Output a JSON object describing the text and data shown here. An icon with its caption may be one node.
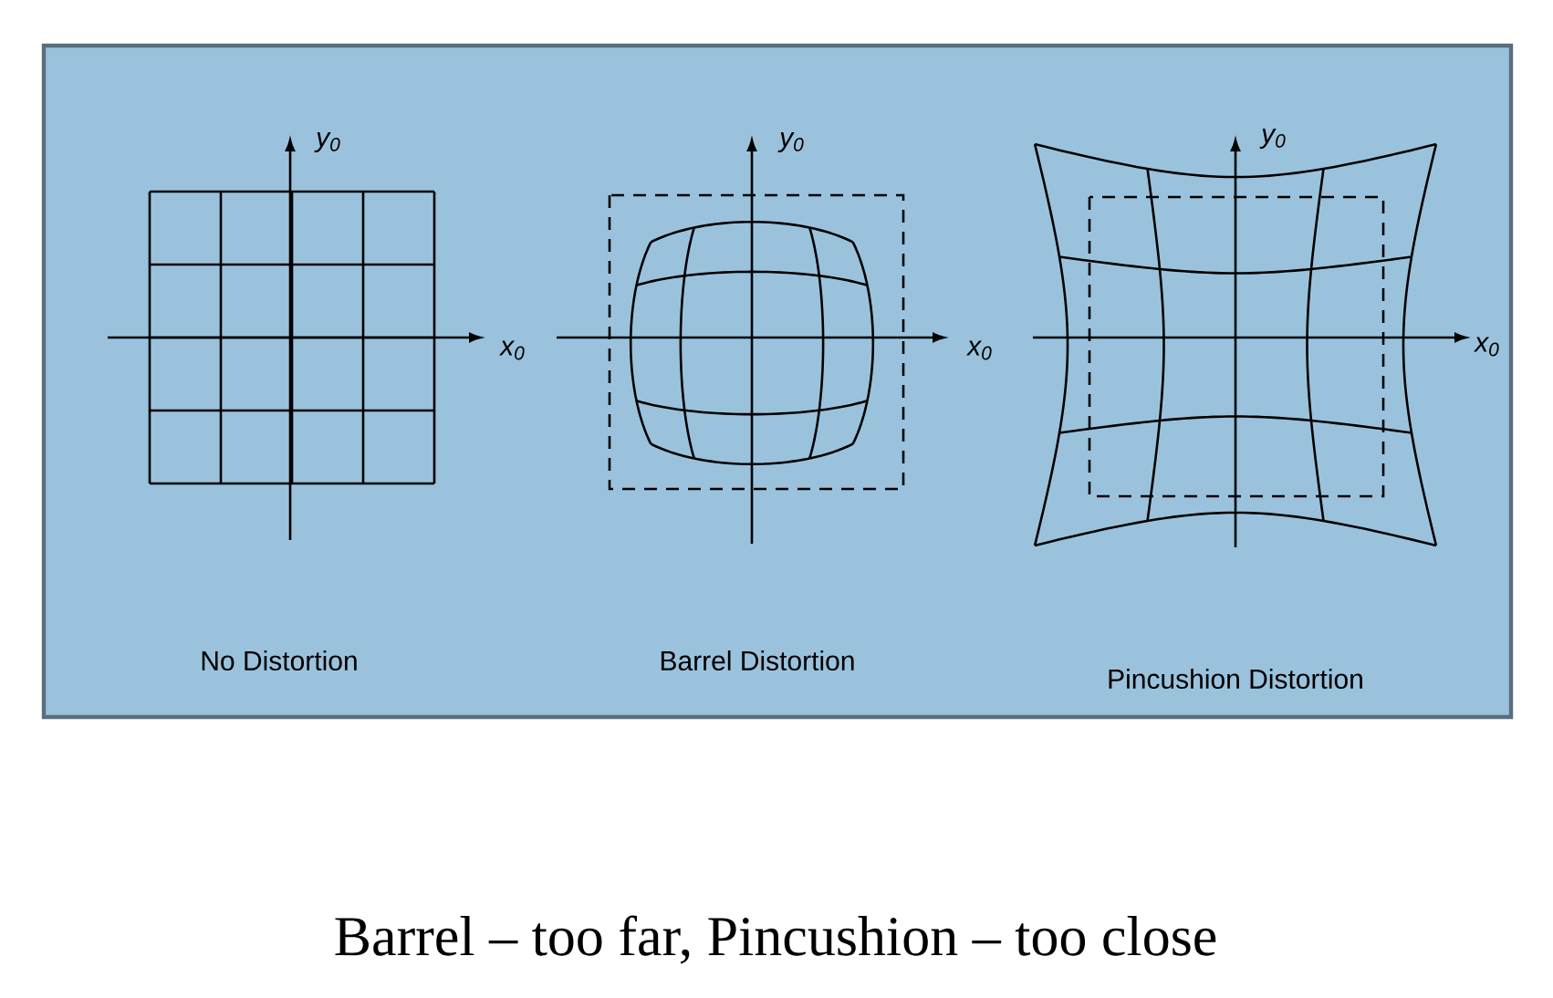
{
  "diagram": {
    "caption": "Barrel – too far, Pincushion – too close",
    "labels": [
      "y$_{0}$",
      "y$_{0}$",
      "y$_{0}$",
      "x$_{0}$",
      "x$_{0}$",
      "x$_{0}$",
      "No Distortion",
      "Barrel Distortion",
      "Pincushion Distortion"
    ]
  }
}
